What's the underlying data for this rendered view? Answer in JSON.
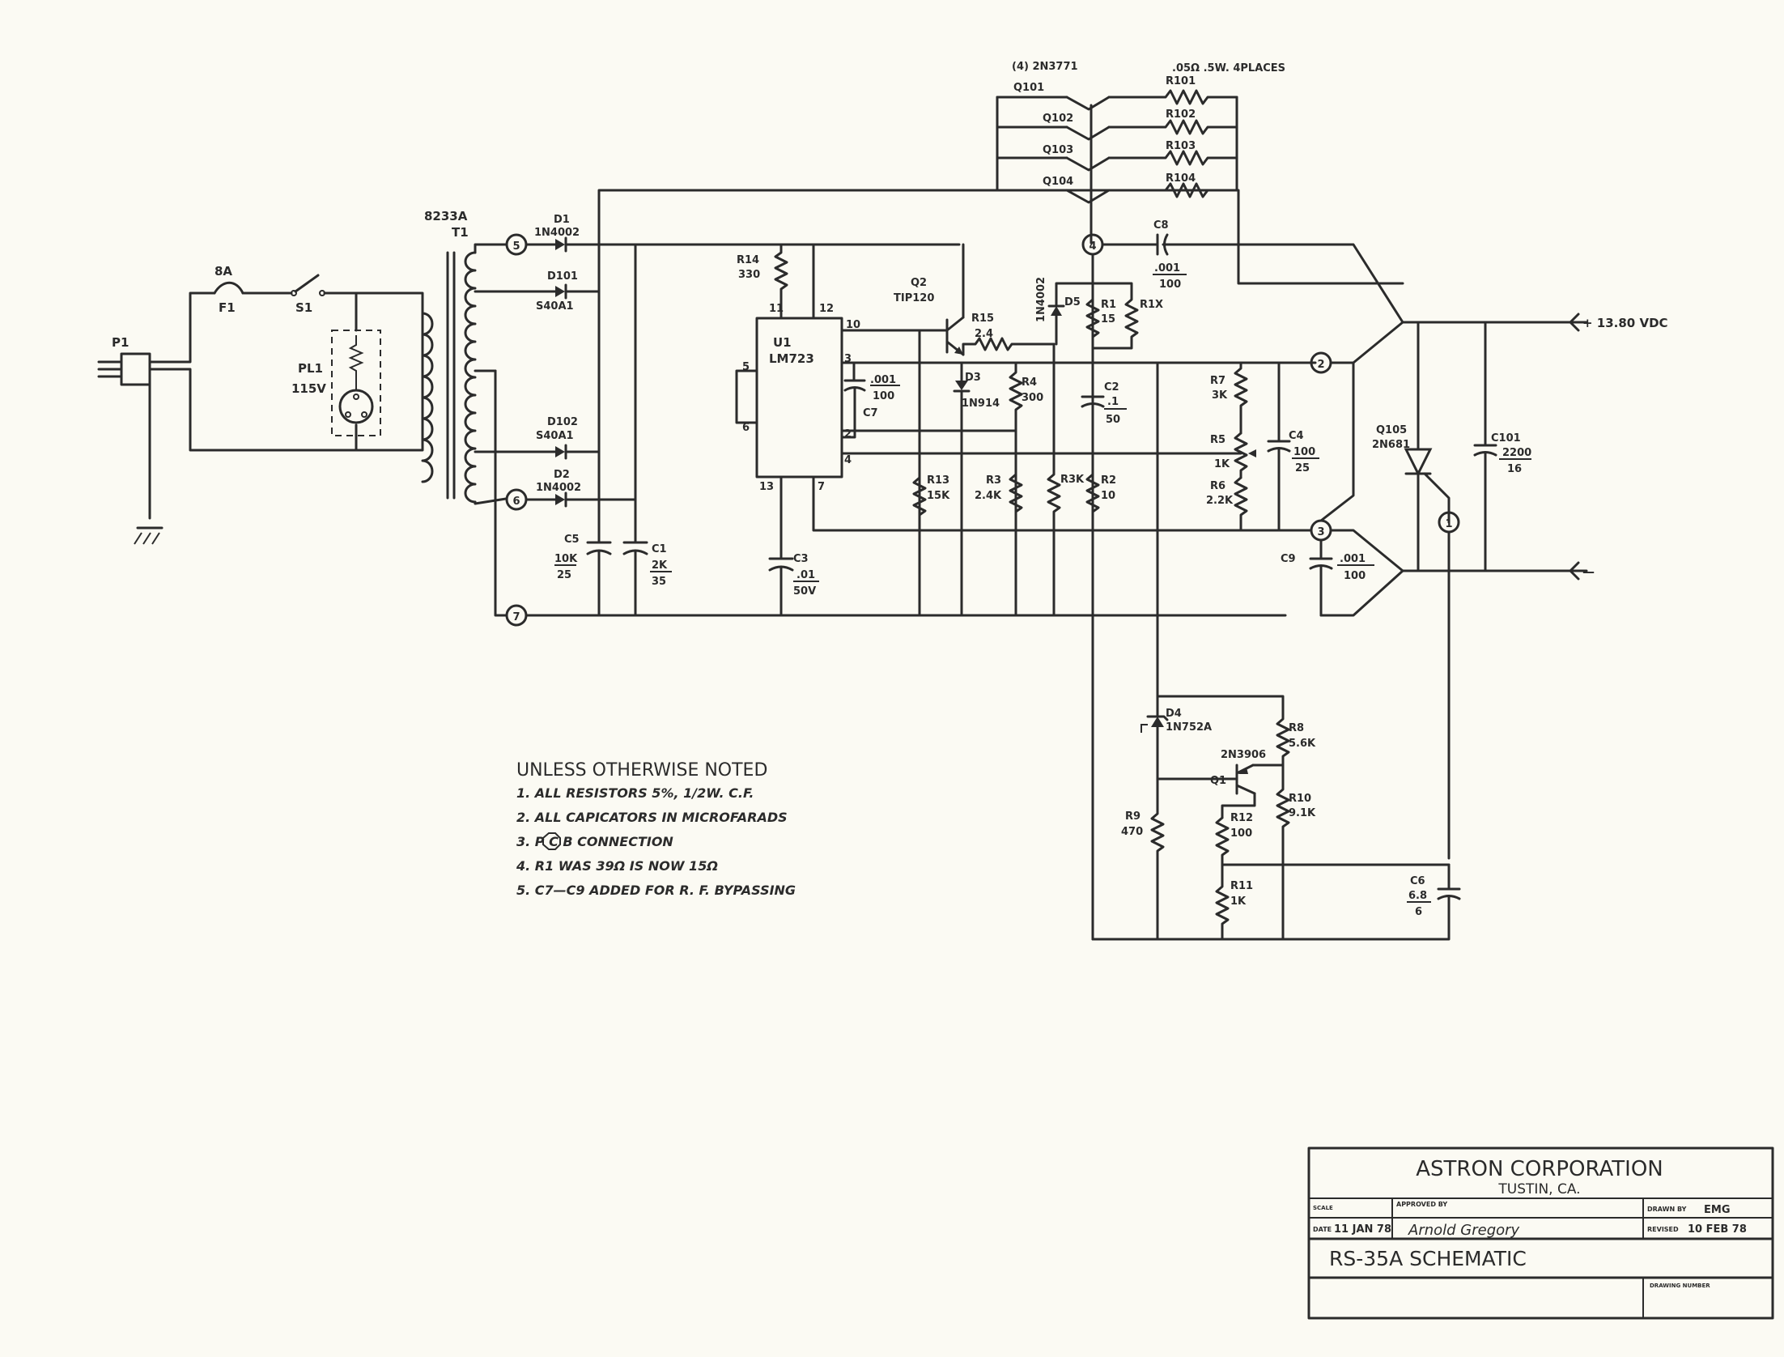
{
  "components": {
    "p1": "P1",
    "fuse_rating": "8A",
    "f1": "F1",
    "s1": "S1",
    "pl1": "PL1",
    "pl1_voltage": "115V",
    "transformer_part": "8233A",
    "t1": "T1",
    "d1": "D1",
    "d1_part": "1N4002",
    "d101": "D101",
    "d101_part": "S40A1",
    "d102": "D102",
    "d102_part": "S40A1",
    "d2": "D2",
    "d2_part": "1N4002",
    "c5": "C5",
    "c5_value": "10K",
    "c5_voltage": "25",
    "c1": "C1",
    "c1_value": "2K",
    "c1_voltage": "35",
    "r14": "R14",
    "r14_value": "330",
    "u1": "U1",
    "u1_part": "LM723",
    "c3": "C3",
    "c3_value": ".01",
    "c3_voltage": "50V",
    "c7": "C7",
    "c7_value": ".001",
    "c7_voltage": "100",
    "q2": "Q2",
    "q2_part": "TIP120",
    "r15": "R15",
    "r15_value": "2.4",
    "d3": "D3",
    "d3_part": "1N914",
    "r4": "R4",
    "r4_value": "300",
    "r13": "R13",
    "r13_value": "15K",
    "r3": "R3",
    "r3_value": "2.4K",
    "r3k": "R3K",
    "r2": "R2",
    "r2_value": "10",
    "d5": "D5",
    "d5_part": "1N4002",
    "r1": "R1",
    "r1_value": "15",
    "r1x": "R1X",
    "c2": "C2",
    "c2_value": ".1",
    "c2_voltage": "50",
    "c8": "C8",
    "c8_value": ".001",
    "c8_voltage": "100",
    "pass_transistors": "(4) 2N3771",
    "emitter_resistors": ".05Ω .5W. 4PLACES",
    "q101": "Q101",
    "q102": "Q102",
    "q103": "Q103",
    "q104": "Q104",
    "r101": "R101",
    "r102": "R102",
    "r103": "R103",
    "r104": "R104",
    "r7": "R7",
    "r7_value": "3K",
    "r5": "R5",
    "r5_value": "1K",
    "r6": "R6",
    "r6_value": "2.2K",
    "c4": "C4",
    "c4_value": "100",
    "c4_voltage": "25",
    "c9": "C9",
    "c9_value": ".001",
    "c9_voltage": "100",
    "q105": "Q105",
    "q105_part": "2N681",
    "c101": "C101",
    "c101_value": "2200",
    "c101_voltage": "16",
    "d4": "D4",
    "d4_part": "1N752A",
    "q1_part": "2N3906",
    "q1": "Q1",
    "r8": "R8",
    "r8_value": "5.6K",
    "r10": "R10",
    "r10_value": "9.1K",
    "r9": "R9",
    "r9_value": "470",
    "r12": "R12",
    "r12_value": "100",
    "r11": "R11",
    "r11_value": "1K",
    "c6": "C6",
    "c6_value": "6.8",
    "c6_voltage": "6"
  },
  "pins": {
    "u1_11": "11",
    "u1_12": "12",
    "u1_10": "10",
    "u1_5": "5",
    "u1_6": "6",
    "u1_3": "3",
    "u1_2": "2",
    "u1_4": "4",
    "u1_13": "13",
    "u1_7": "7"
  },
  "pcb_connections": [
    "1",
    "2",
    "3",
    "4",
    "5",
    "6",
    "7"
  ],
  "terminals": {
    "positive": "+ 13.80 VDC",
    "negative": "—"
  },
  "notes": {
    "heading": "UNLESS OTHERWISE NOTED",
    "items": [
      "1. ALL RESISTORS 5%, 1/2W. C.F.",
      "2. ALL CAPICATORS IN MICROFARADS",
      "3.      P C B  CONNECTION",
      "4.  R1 WAS 39Ω IS NOW 15Ω",
      "5. C7—C9 ADDED FOR R. F. BYPASSING"
    ]
  },
  "title_block": {
    "company": "ASTRON CORPORATION",
    "location": "TUSTIN, CA.",
    "scale_label": "SCALE",
    "approved_label": "APPROVED BY",
    "drawn_label": "DRAWN BY",
    "drawn_by": "EMG",
    "date_label": "DATE",
    "date": "11 JAN 78",
    "signature": "Arnold Gregory",
    "revised_label": "REVISED",
    "revised": "10 FEB 78",
    "title": "RS-35A  SCHEMATIC",
    "drawing_number_label": "DRAWING NUMBER"
  }
}
